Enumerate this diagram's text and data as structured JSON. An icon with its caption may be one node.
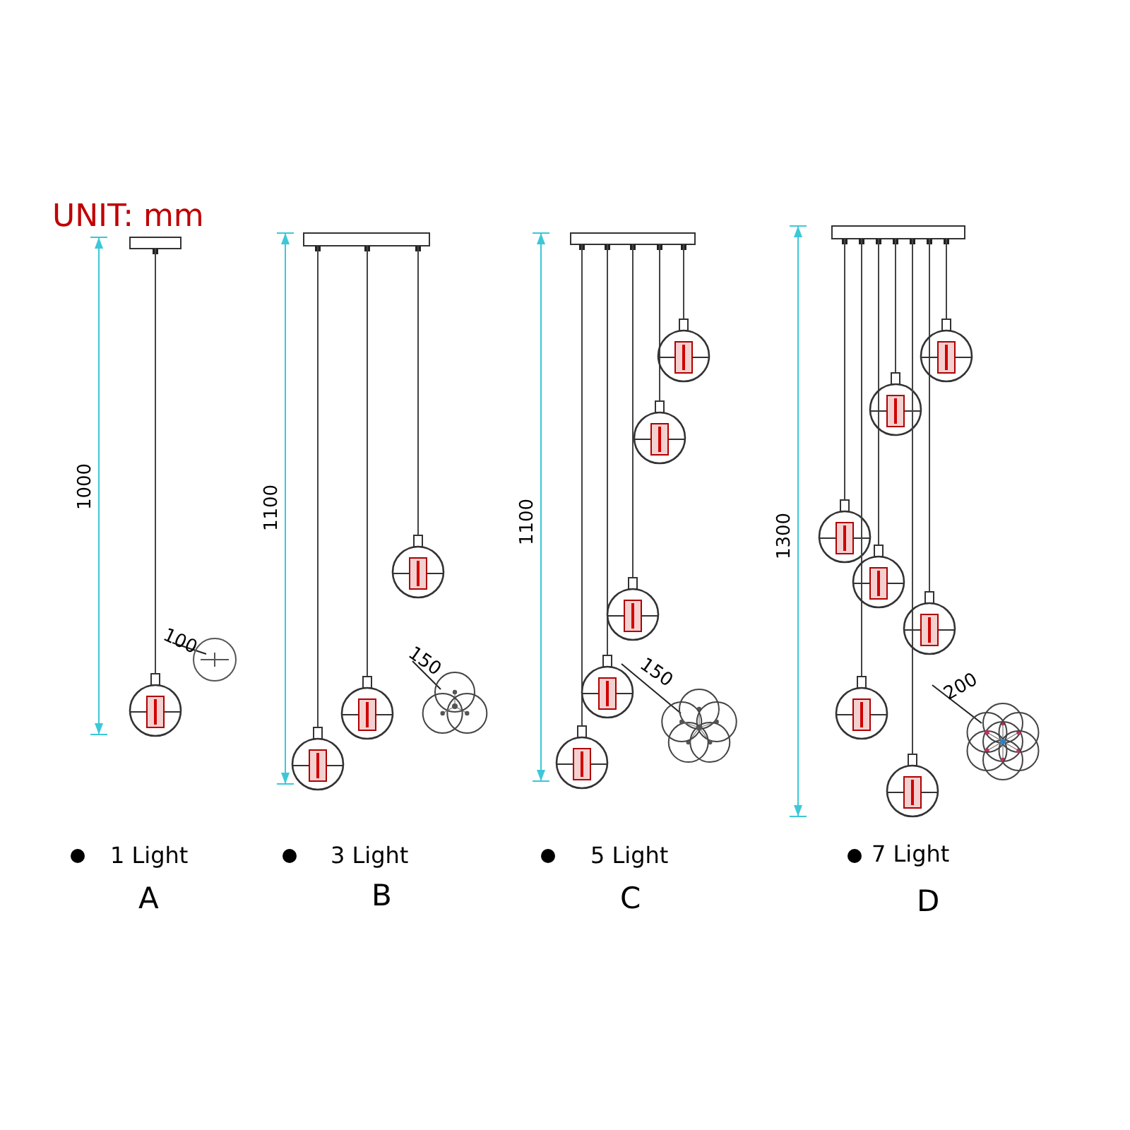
{
  "diagram": {
    "labels": [
      "UNIT: mm",
      "1000",
      "1100",
      "1100",
      "1300",
      "100",
      "150",
      "150",
      "200",
      "1 Light",
      "3 Light",
      "5 Light",
      "7 Light",
      "A",
      "B",
      "C",
      "D"
    ]
  }
}
